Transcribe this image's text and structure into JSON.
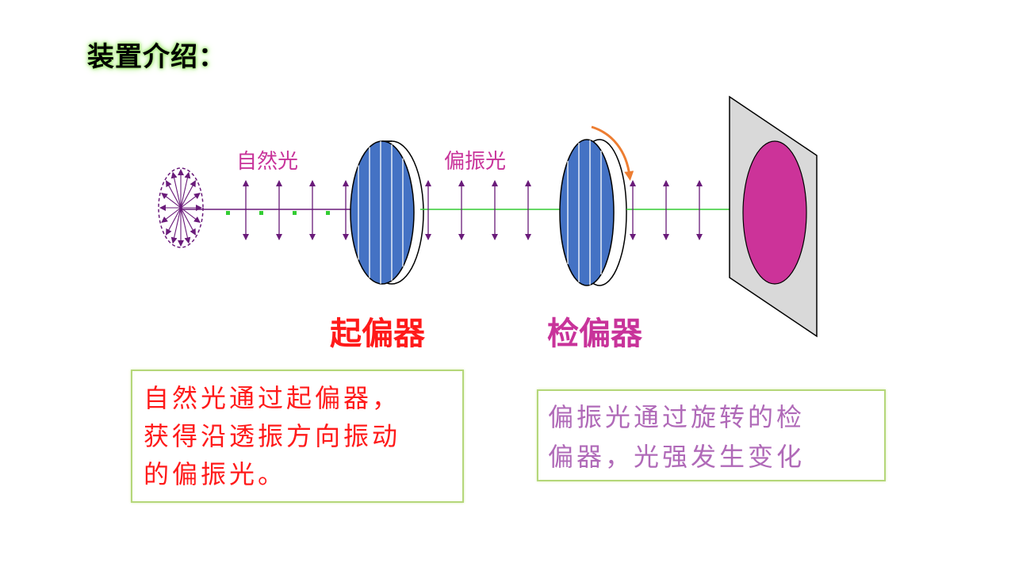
{
  "title": "装置介绍：",
  "labels": {
    "natural_light": "自然光",
    "polarized_light": "偏振光",
    "polarizer": "起偏器",
    "analyzer": "检偏器"
  },
  "notes": {
    "left": {
      "lines": [
        "自然光通过起偏器，",
        "获得沿透振方向振动",
        "的偏振光。"
      ]
    },
    "right": {
      "lines": [
        "偏振光通过旋转的检",
        "偏器，光强发生变化"
      ]
    }
  },
  "colors": {
    "lens_blue": "#4472c4",
    "screen_spot": "#cc3399",
    "screen_gray": "#d9d9d9",
    "ray_green": "#33cc33",
    "vector_purple": "#6a1b7a",
    "rotation_arrow": "#ed7d31",
    "red_text": "#ff1a1a",
    "magenta_text": "#c8339a"
  }
}
